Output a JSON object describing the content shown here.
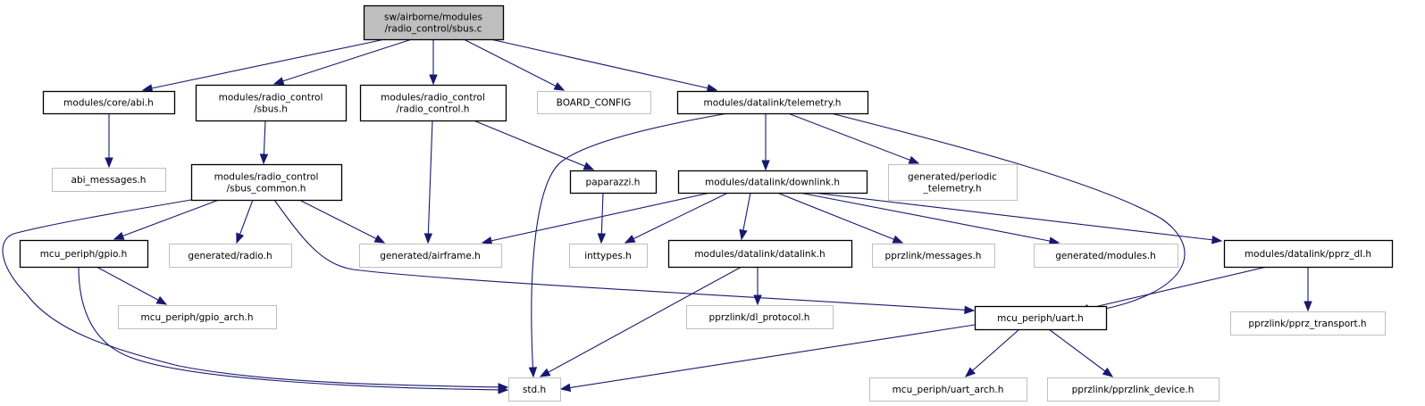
{
  "graph": {
    "title": "Include dependency graph for sbus.c",
    "edge_color": "#191970",
    "root_fill": "#bfbfbf",
    "documented_border": "#000000",
    "undocumented_border": "#bfbfbf",
    "nodes": [
      {
        "id": "root",
        "lines": [
          "sw/airborne/modules",
          "/radio_control/sbus.c"
        ],
        "kind": "root"
      },
      {
        "id": "abi",
        "lines": [
          "modules/core/abi.h"
        ],
        "kind": "documented"
      },
      {
        "id": "sbus_h",
        "lines": [
          "modules/radio_control",
          "/sbus.h"
        ],
        "kind": "documented"
      },
      {
        "id": "radio_control_h",
        "lines": [
          "modules/radio_control",
          "/radio_control.h"
        ],
        "kind": "documented"
      },
      {
        "id": "board_config",
        "lines": [
          "BOARD_CONFIG"
        ],
        "kind": "external"
      },
      {
        "id": "telemetry",
        "lines": [
          "modules/datalink/telemetry.h"
        ],
        "kind": "documented"
      },
      {
        "id": "abi_messages",
        "lines": [
          "abi_messages.h"
        ],
        "kind": "external"
      },
      {
        "id": "sbus_common",
        "lines": [
          "modules/radio_control",
          "/sbus_common.h"
        ],
        "kind": "documented"
      },
      {
        "id": "paparazzi",
        "lines": [
          "paparazzi.h"
        ],
        "kind": "documented"
      },
      {
        "id": "downlink",
        "lines": [
          "modules/datalink/downlink.h"
        ],
        "kind": "documented"
      },
      {
        "id": "periodic_telemetry",
        "lines": [
          "generated/periodic",
          "_telemetry.h"
        ],
        "kind": "external"
      },
      {
        "id": "gpio",
        "lines": [
          "mcu_periph/gpio.h"
        ],
        "kind": "documented"
      },
      {
        "id": "radio",
        "lines": [
          "generated/radio.h"
        ],
        "kind": "external"
      },
      {
        "id": "airframe",
        "lines": [
          "generated/airframe.h"
        ],
        "kind": "external"
      },
      {
        "id": "inttypes",
        "lines": [
          "inttypes.h"
        ],
        "kind": "external"
      },
      {
        "id": "datalink",
        "lines": [
          "modules/datalink/datalink.h"
        ],
        "kind": "documented"
      },
      {
        "id": "messages",
        "lines": [
          "pprzlink/messages.h"
        ],
        "kind": "external"
      },
      {
        "id": "modules_gen",
        "lines": [
          "generated/modules.h"
        ],
        "kind": "external"
      },
      {
        "id": "pprz_dl",
        "lines": [
          "modules/datalink/pprz_dl.h"
        ],
        "kind": "documented"
      },
      {
        "id": "gpio_arch",
        "lines": [
          "mcu_periph/gpio_arch.h"
        ],
        "kind": "external"
      },
      {
        "id": "dl_protocol",
        "lines": [
          "pprzlink/dl_protocol.h"
        ],
        "kind": "external"
      },
      {
        "id": "uart",
        "lines": [
          "mcu_periph/uart.h"
        ],
        "kind": "documented"
      },
      {
        "id": "pprz_transport",
        "lines": [
          "pprzlink/pprz_transport.h"
        ],
        "kind": "external"
      },
      {
        "id": "std",
        "lines": [
          "std.h"
        ],
        "kind": "external"
      },
      {
        "id": "uart_arch",
        "lines": [
          "mcu_periph/uart_arch.h"
        ],
        "kind": "external"
      },
      {
        "id": "pprzlink_device",
        "lines": [
          "pprzlink/pprzlink_device.h"
        ],
        "kind": "external"
      }
    ],
    "edges": [
      [
        "root",
        "abi"
      ],
      [
        "root",
        "sbus_h"
      ],
      [
        "root",
        "radio_control_h"
      ],
      [
        "root",
        "board_config"
      ],
      [
        "root",
        "telemetry"
      ],
      [
        "abi",
        "abi_messages"
      ],
      [
        "sbus_h",
        "sbus_common"
      ],
      [
        "radio_control_h",
        "airframe"
      ],
      [
        "radio_control_h",
        "paparazzi"
      ],
      [
        "telemetry",
        "std"
      ],
      [
        "telemetry",
        "downlink"
      ],
      [
        "telemetry",
        "periodic_telemetry"
      ],
      [
        "telemetry",
        "uart"
      ],
      [
        "sbus_common",
        "std"
      ],
      [
        "sbus_common",
        "gpio"
      ],
      [
        "sbus_common",
        "radio"
      ],
      [
        "sbus_common",
        "airframe"
      ],
      [
        "sbus_common",
        "uart"
      ],
      [
        "paparazzi",
        "inttypes"
      ],
      [
        "downlink",
        "airframe"
      ],
      [
        "downlink",
        "inttypes"
      ],
      [
        "downlink",
        "datalink"
      ],
      [
        "downlink",
        "messages"
      ],
      [
        "downlink",
        "modules_gen"
      ],
      [
        "downlink",
        "pprz_dl"
      ],
      [
        "gpio",
        "gpio_arch"
      ],
      [
        "gpio",
        "std"
      ],
      [
        "datalink",
        "dl_protocol"
      ],
      [
        "datalink",
        "std"
      ],
      [
        "pprz_dl",
        "uart"
      ],
      [
        "pprz_dl",
        "pprz_transport"
      ],
      [
        "uart",
        "std"
      ],
      [
        "uart",
        "uart_arch"
      ],
      [
        "uart",
        "pprzlink_device"
      ]
    ]
  }
}
